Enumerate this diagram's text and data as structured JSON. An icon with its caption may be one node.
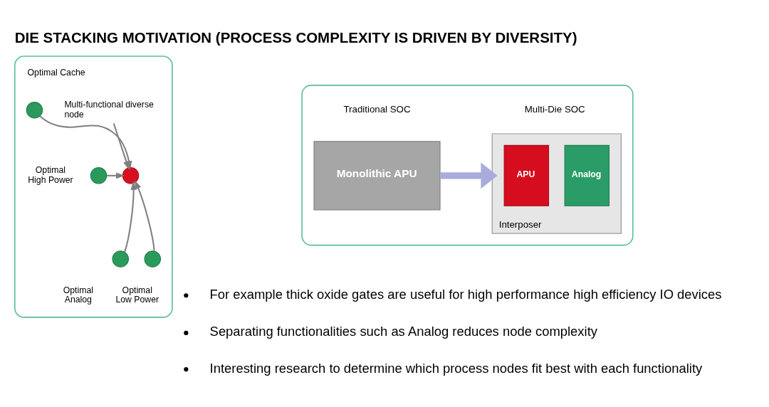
{
  "diagram": {
    "title": "DIE STACKING MOTIVATION (PROCESS COMPLEXITY IS DRIVEN BY DIVERSITY)",
    "nodes": [
      {
        "text": [],
        "shape": "box"
      },
      {
        "text": [],
        "shape": "circle",
        "beside": [
          "Optimal Cache"
        ],
        "in": 0
      },
      {
        "text": [
          "Multi-functional diverse node"
        ],
        "in": 0
      },
      {
        "text": [],
        "shape": "circle",
        "in": 0
      },
      {
        "text": [],
        "shape": "circle",
        "beside": [
          "Optimal High Power"
        ],
        "in": 0
      },
      {
        "text": [],
        "shape": "circle",
        "beside": [
          "Optimal Analog"
        ],
        "in": 0
      },
      {
        "text": [],
        "shape": "circle",
        "beside": [
          "Optimal Low Power"
        ],
        "in": 0
      },
      {
        "text": [],
        "shape": "box"
      },
      {
        "text": [
          "Monolithic APU"
        ],
        "in": 7
      },
      {
        "text": [
          "Interposer"
        ],
        "in": 7
      },
      {
        "text": [
          "APU"
        ],
        "in": 9
      },
      {
        "text": [
          "Analog"
        ],
        "in": 9
      }
    ],
    "edges": [
      {
        "from": 1,
        "to": 3,
        "arrow": "to"
      },
      {
        "from": 2,
        "to": 3,
        "arrow": "to"
      },
      {
        "from": 4,
        "to": 3,
        "arrow": "to"
      },
      {
        "from": 5,
        "to": 3,
        "arrow": "to"
      },
      {
        "from": 6,
        "to": 3,
        "arrow": "to"
      },
      {
        "from": 8,
        "to": 9,
        "arrow": "to",
        "style": "thick",
        "color": "#a9acdb"
      }
    ],
    "labels": [
      "Traditional SOC",
      "Multi-Die SOC",
      "For example thick oxide gates are useful for high performance high efficiency IO devices",
      "Separating functionalities such as Analog reduces node complexity",
      "Interesting research to determine which process nodes fit best with each functionality"
    ]
  }
}
